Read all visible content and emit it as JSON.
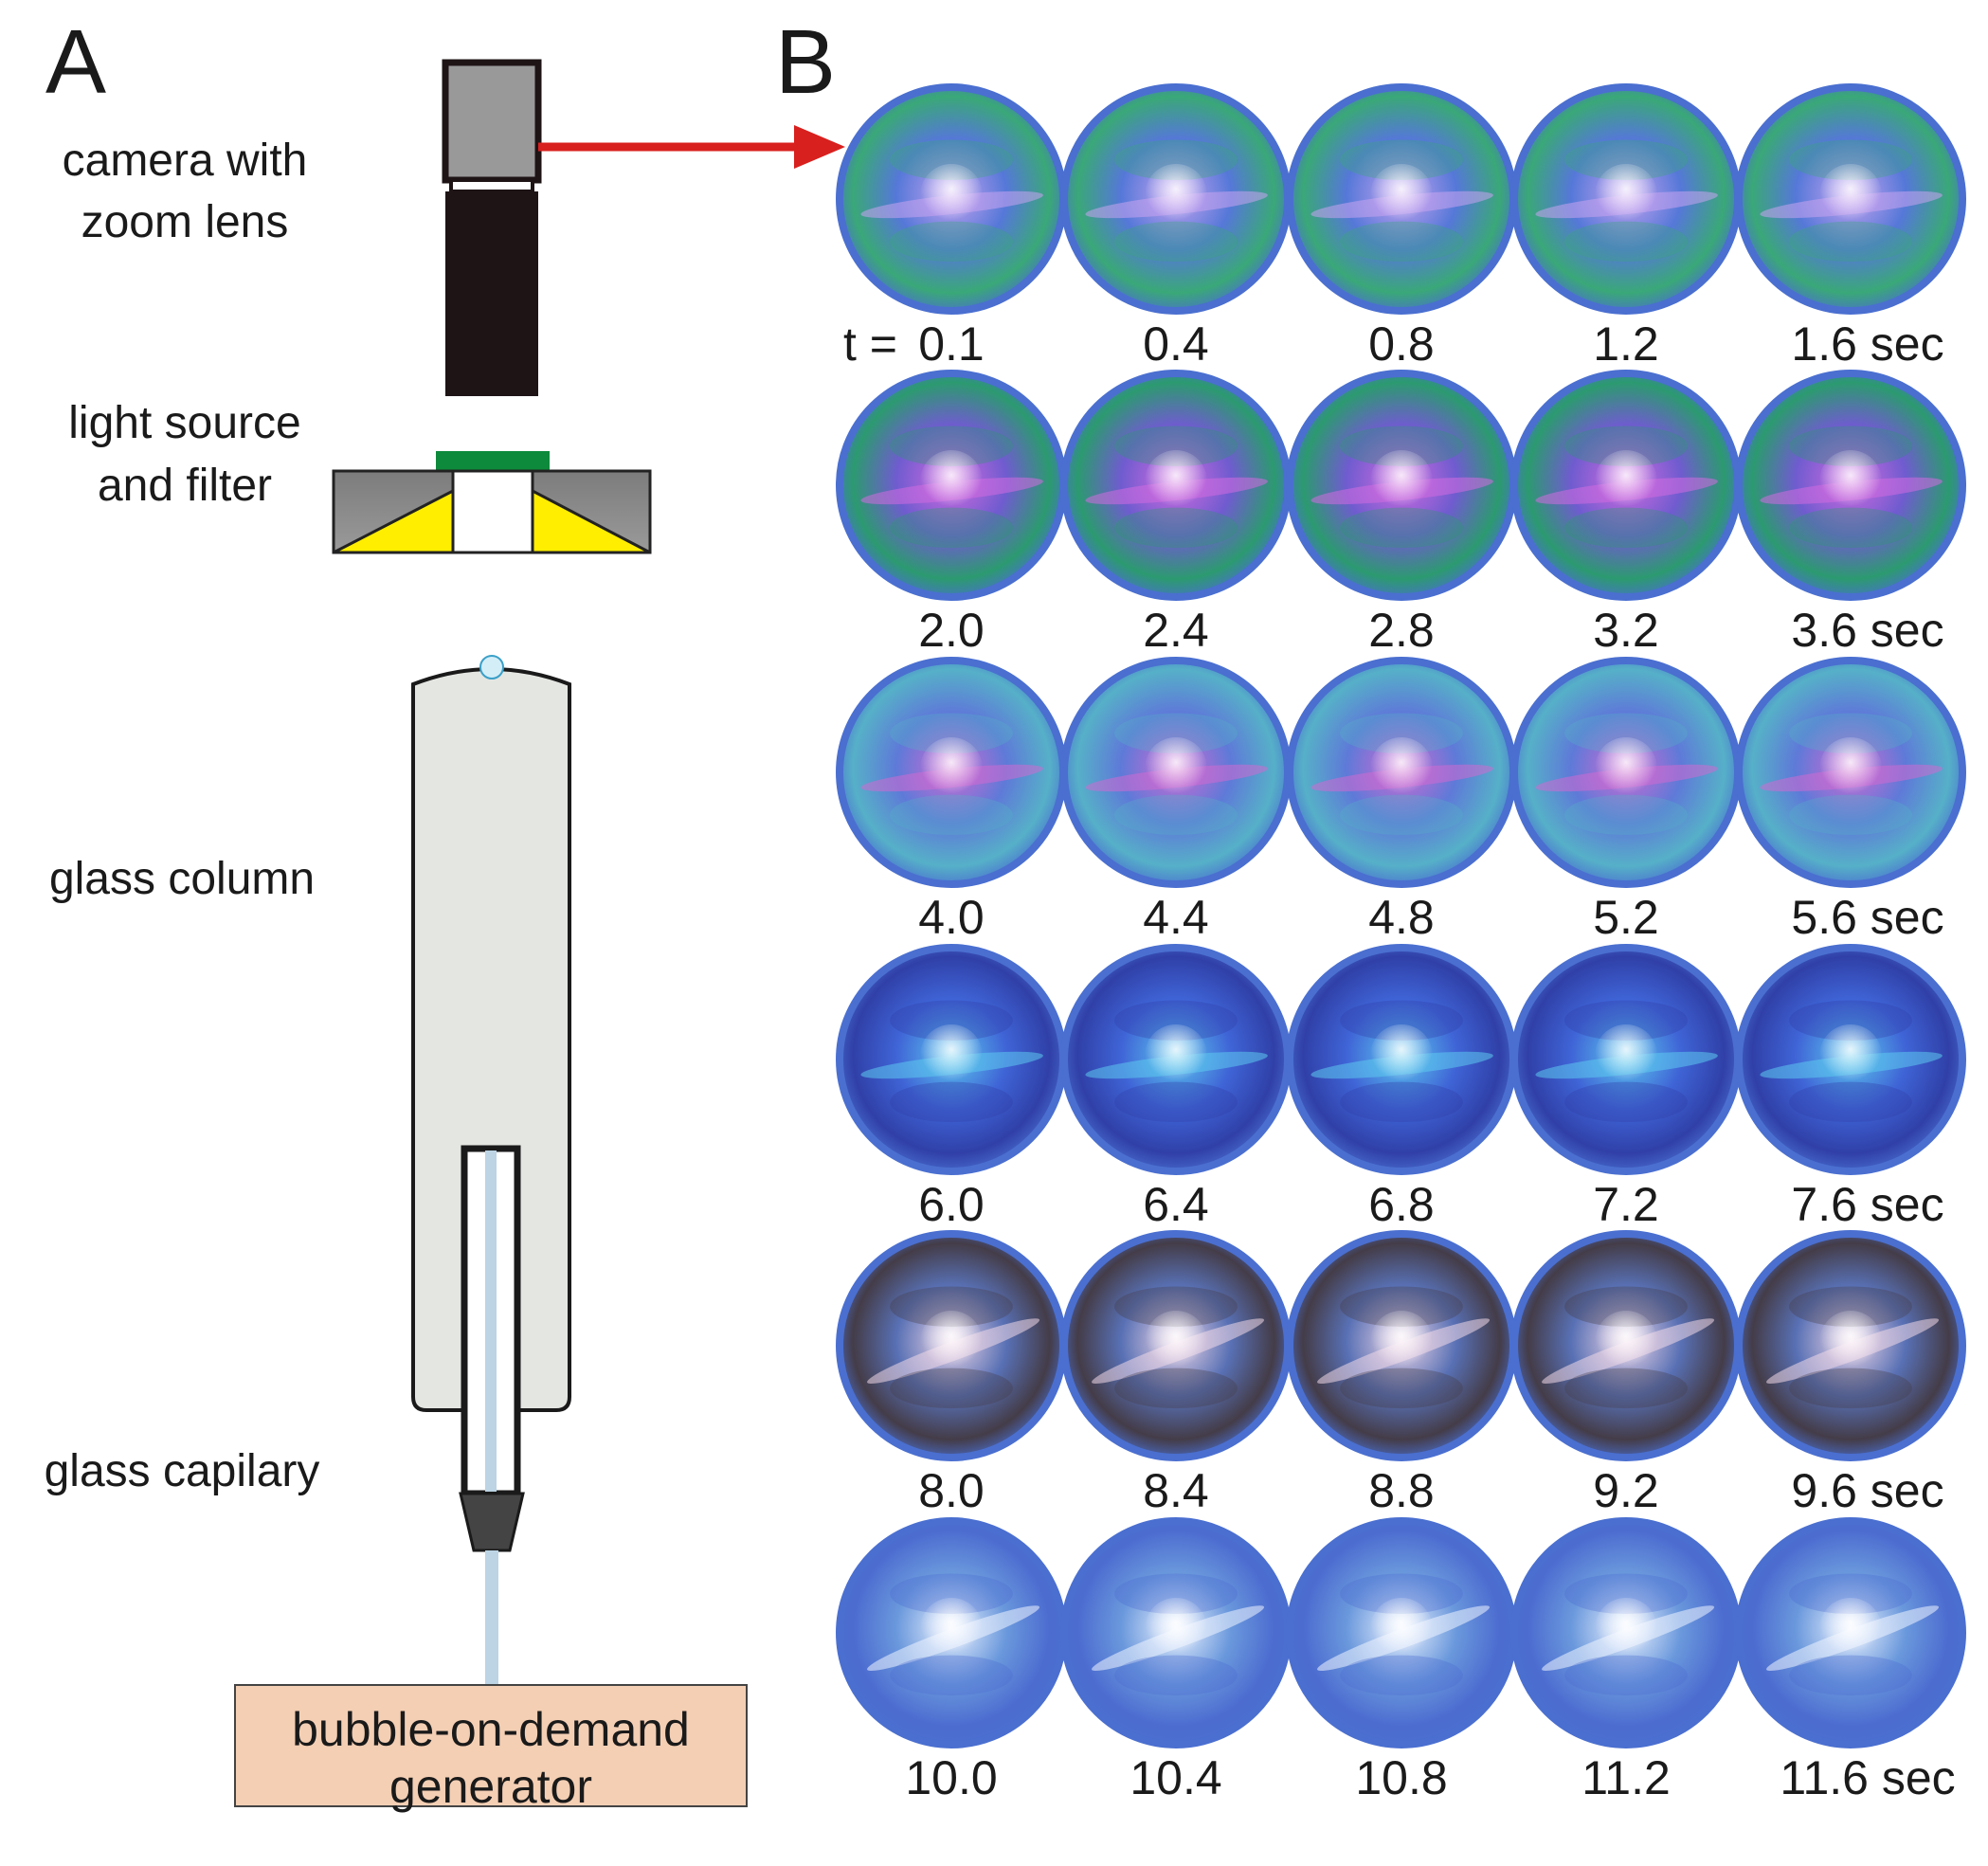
{
  "panel_a": {
    "letter": "A",
    "labels": {
      "camera_line1": "camera with",
      "camera_line2": "zoom lens",
      "light_line1": "light source",
      "light_line2": "and filter",
      "column": "glass column",
      "capillary": "glass capilary",
      "generator_line1": "bubble-on-demand",
      "generator_line2": "generator"
    },
    "colors": {
      "camera_body": "#999999",
      "camera_lens": "#1e1416",
      "arrow": "#d8201e",
      "filter": "#0d8a3c",
      "light_housing": "#8a8a8a",
      "light_cone": "#ffee00",
      "column_fill": "#e4e6e2",
      "generator_fill": "#f4cfb4",
      "capillary_liquid": "#bcd4e4"
    }
  },
  "panel_b": {
    "letter": "B",
    "t_prefix": "t =",
    "unit": "sec",
    "rows": [
      {
        "times": [
          "0.1",
          "0.4",
          "0.8",
          "1.2",
          "1.6"
        ]
      },
      {
        "times": [
          "2.0",
          "2.4",
          "2.8",
          "3.2",
          "3.6"
        ]
      },
      {
        "times": [
          "4.0",
          "4.4",
          "4.8",
          "5.2",
          "5.6"
        ]
      },
      {
        "times": [
          "6.0",
          "6.4",
          "6.8",
          "7.2",
          "7.6"
        ]
      },
      {
        "times": [
          "8.0",
          "8.4",
          "8.8",
          "9.2",
          "9.6"
        ]
      },
      {
        "times": [
          "10.0",
          "10.4",
          "10.8",
          "11.2",
          "11.6"
        ]
      }
    ],
    "row_palettes": [
      {
        "base": "#5578d8",
        "c1": "#c8a4f0",
        "c2": "#3aa878",
        "rim": "#4a6fd0"
      },
      {
        "base": "#6f5ccf",
        "c1": "#d26be0",
        "c2": "#2c9a70",
        "rim": "#4a6fd0"
      },
      {
        "base": "#5e7ad8",
        "c1": "#d06ad2",
        "c2": "#56b0c8",
        "rim": "#4a6fd0"
      },
      {
        "base": "#3f64d6",
        "c1": "#5cc8ee",
        "c2": "#3040a8",
        "rim": "#4a6fd0"
      },
      {
        "base": "#5870b4",
        "c1": "#f0d8e8",
        "c2": "#443c48",
        "rim": "#4a6fd0"
      },
      {
        "base": "#6a98dc",
        "c1": "#eef4ff",
        "c2": "#4c6cd0",
        "rim": "#4a6fd0"
      }
    ]
  }
}
